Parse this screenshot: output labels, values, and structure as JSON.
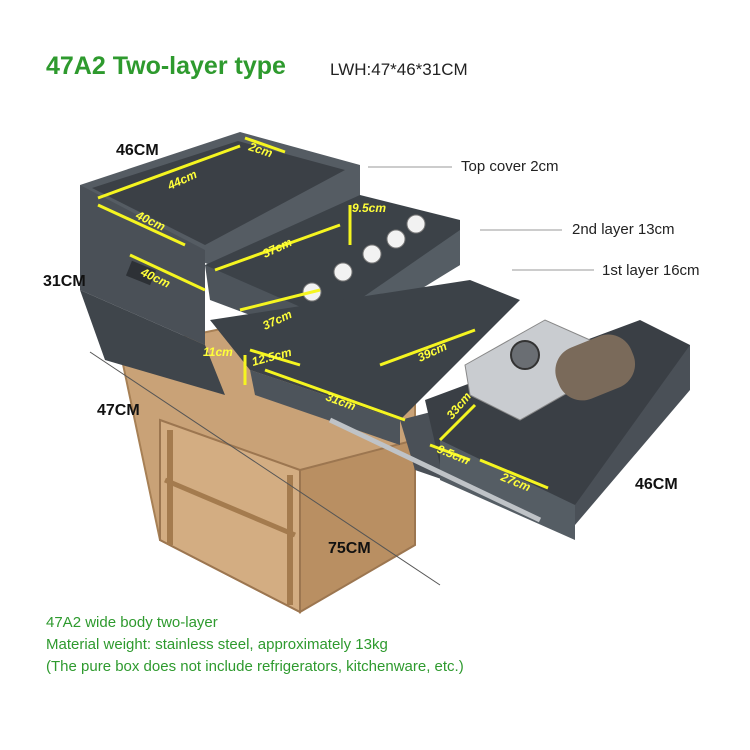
{
  "title": "47A2 Two-layer type",
  "lwh": "LWH:47*46*31CM",
  "callouts": {
    "top_cover": "Top cover 2cm",
    "second_layer": "2nd layer 13cm",
    "first_layer": "1st layer 16cm"
  },
  "outer_dims": {
    "width_top": "46CM",
    "height": "31CM",
    "length": "47CM",
    "extended": "75CM",
    "width_right": "46CM"
  },
  "drawer_labels": {
    "cover_lip": "2cm",
    "top_len": "44cm",
    "top_wid": "40cm",
    "side_depth": "40cm",
    "upper_tray_h": "9.5cm",
    "upper_tray_len": "37cm",
    "upper_tray_depth": "37cm",
    "lower_h": "11cm",
    "lower_a": "12.5cm",
    "lower_len": "39cm",
    "lower_b": "31cm",
    "stove_bay": "33cm",
    "stove_h": "9.5cm",
    "stove_w": "27cm"
  },
  "notes": [
    "47A2 wide body two-layer",
    "Material weight: stainless steel, approximately 13kg",
    "(The pure box does not include refrigerators, kitchenware, etc.)"
  ]
}
